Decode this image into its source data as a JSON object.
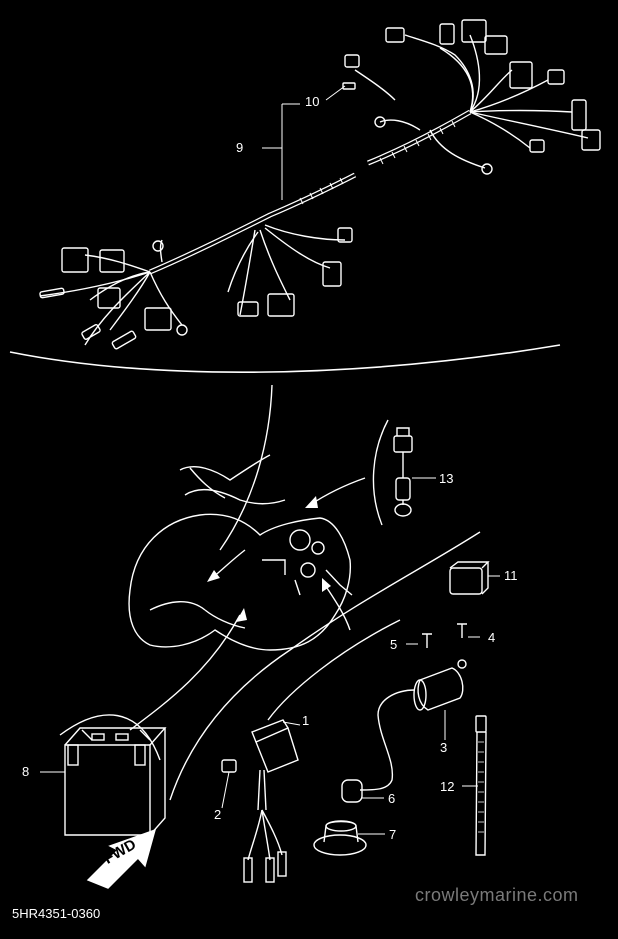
{
  "diagram": {
    "callouts": [
      {
        "id": "c1",
        "label": "1"
      },
      {
        "id": "c2",
        "label": "2"
      },
      {
        "id": "c3",
        "label": "3"
      },
      {
        "id": "c4",
        "label": "4"
      },
      {
        "id": "c5",
        "label": "5"
      },
      {
        "id": "c6",
        "label": "6"
      },
      {
        "id": "c7",
        "label": "7"
      },
      {
        "id": "c8",
        "label": "8"
      },
      {
        "id": "c9",
        "label": "9"
      },
      {
        "id": "c10",
        "label": "10"
      },
      {
        "id": "c11",
        "label": "11"
      },
      {
        "id": "c12",
        "label": "12"
      },
      {
        "id": "c13",
        "label": "13"
      }
    ],
    "fwd_label": "FWD",
    "part_code": "5HR4351-0360",
    "watermark": "crowleymarine.com"
  },
  "colors": {
    "background": "#000000",
    "line": "#ffffff",
    "watermark": "#7a7a7a"
  }
}
